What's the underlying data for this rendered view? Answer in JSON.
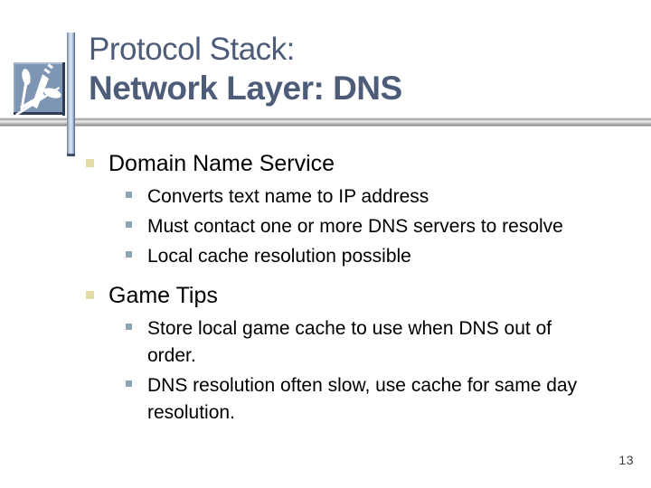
{
  "slide": {
    "title_line1": "Protocol Stack:",
    "title_line2": "Network Layer: DNS",
    "page_number": "13",
    "colors": {
      "title": "#4d5c78",
      "level1_bullet": "#e2dba6",
      "level2_bullet": "#8ca4b4",
      "logo_background": "#7e96b4",
      "logo_border_dark": "#2e3d55",
      "body_text": "#000000"
    },
    "icons": {
      "logo": "crossed-darts-logo"
    },
    "sections": [
      {
        "title": "Domain Name Service",
        "items": [
          {
            "lines": [
              "Converts text name to IP address"
            ]
          },
          {
            "lines": [
              "Must contact one or more DNS servers to resolve"
            ]
          },
          {
            "lines": [
              "Local cache resolution possible"
            ]
          }
        ]
      },
      {
        "title": "Game Tips",
        "items": [
          {
            "lines": [
              "Store local game cache to use when DNS out of",
              "order."
            ]
          },
          {
            "lines": [
              "DNS resolution often slow, use cache for same day",
              "resolution."
            ]
          }
        ]
      }
    ]
  }
}
